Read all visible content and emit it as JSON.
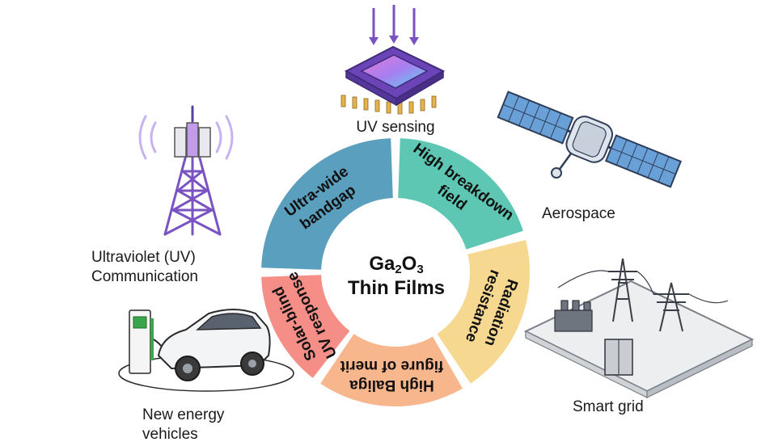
{
  "center": {
    "formula_base": "Ga",
    "formula_sub1": "2",
    "formula_mid": "O",
    "formula_sub2": "3",
    "subtitle": "Thin Films"
  },
  "segments": [
    {
      "lines": [
        "Ultra-wide",
        "bandgap"
      ],
      "color": "#5b9fbf"
    },
    {
      "lines": [
        "High breakdown",
        "field"
      ],
      "color": "#5ec7b3"
    },
    {
      "lines": [
        "Radiation",
        "resistance"
      ],
      "color": "#f6d891"
    },
    {
      "lines": [
        "High Baliga",
        "figure of merit"
      ],
      "color": "#f7b68c"
    },
    {
      "lines": [
        "Solar-blind",
        "UV response"
      ],
      "color": "#f48e86"
    }
  ],
  "applications": {
    "uv_sensing": "UV sensing",
    "aerospace": "Aerospace",
    "uv_comm_line1": "Ultraviolet (UV)",
    "uv_comm_line2": "Communication",
    "smart_grid": "Smart grid",
    "nev_line1": "New energy",
    "nev_line2": "vehicles"
  },
  "colors": {
    "purple": "#8a63d2",
    "purple_light": "#c7b3ef",
    "chip_frame": "#7a52c2",
    "satellite": "#6aa0d8",
    "car": "#f2f4f6",
    "charger": "#3aa54a"
  }
}
